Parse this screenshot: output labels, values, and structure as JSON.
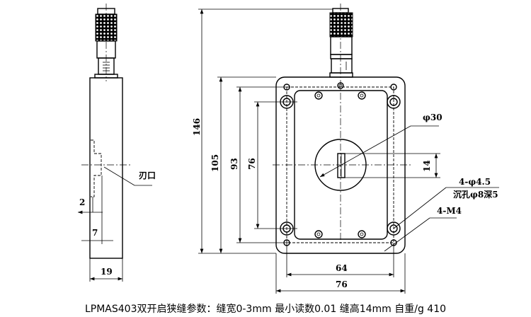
{
  "caption": "LPMAS403双开启狭缝参数：缝宽0-3mm  最小读数0.01 缝高14mm 自重/g 410",
  "side_view": {
    "edge_label": "刃口",
    "dim_2": "2",
    "dim_7": "7",
    "dim_19": "19"
  },
  "front_view": {
    "dim_146": "146",
    "dim_105": "105",
    "dim_93": "93",
    "dim_76_v": "76",
    "dim_64": "64",
    "dim_76_h": "76",
    "dim_phi30": "φ30",
    "dim_14": "14",
    "hole_note_1": "4-φ4.5",
    "hole_note_2": "沉孔φ8深5",
    "thread_note": "4-M4"
  }
}
